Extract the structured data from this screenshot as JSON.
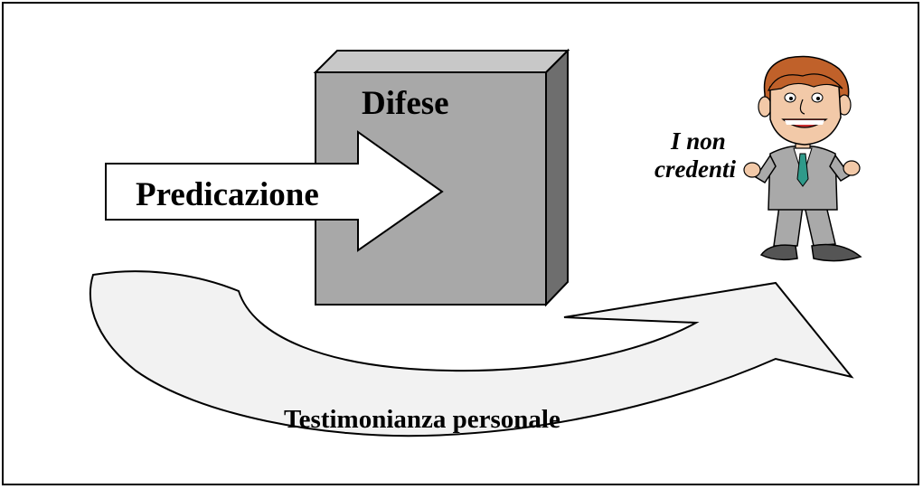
{
  "diagram": {
    "wall_label": "Difese",
    "arrow_label": "Predicazione",
    "person_label_line1": "I non",
    "person_label_line2": "credenti",
    "curve_label": "Testimonianza personale"
  },
  "colors": {
    "wall_front": "#a8a8a8",
    "wall_side": "#6e6e6e",
    "wall_top": "#c8c8c8",
    "curve_fill": "#f2f2f2",
    "hair": "#c0612a",
    "suit": "#a9a9a9",
    "tie": "#2f9a8a"
  },
  "icons": {
    "person": "cartoon-man-icon"
  }
}
